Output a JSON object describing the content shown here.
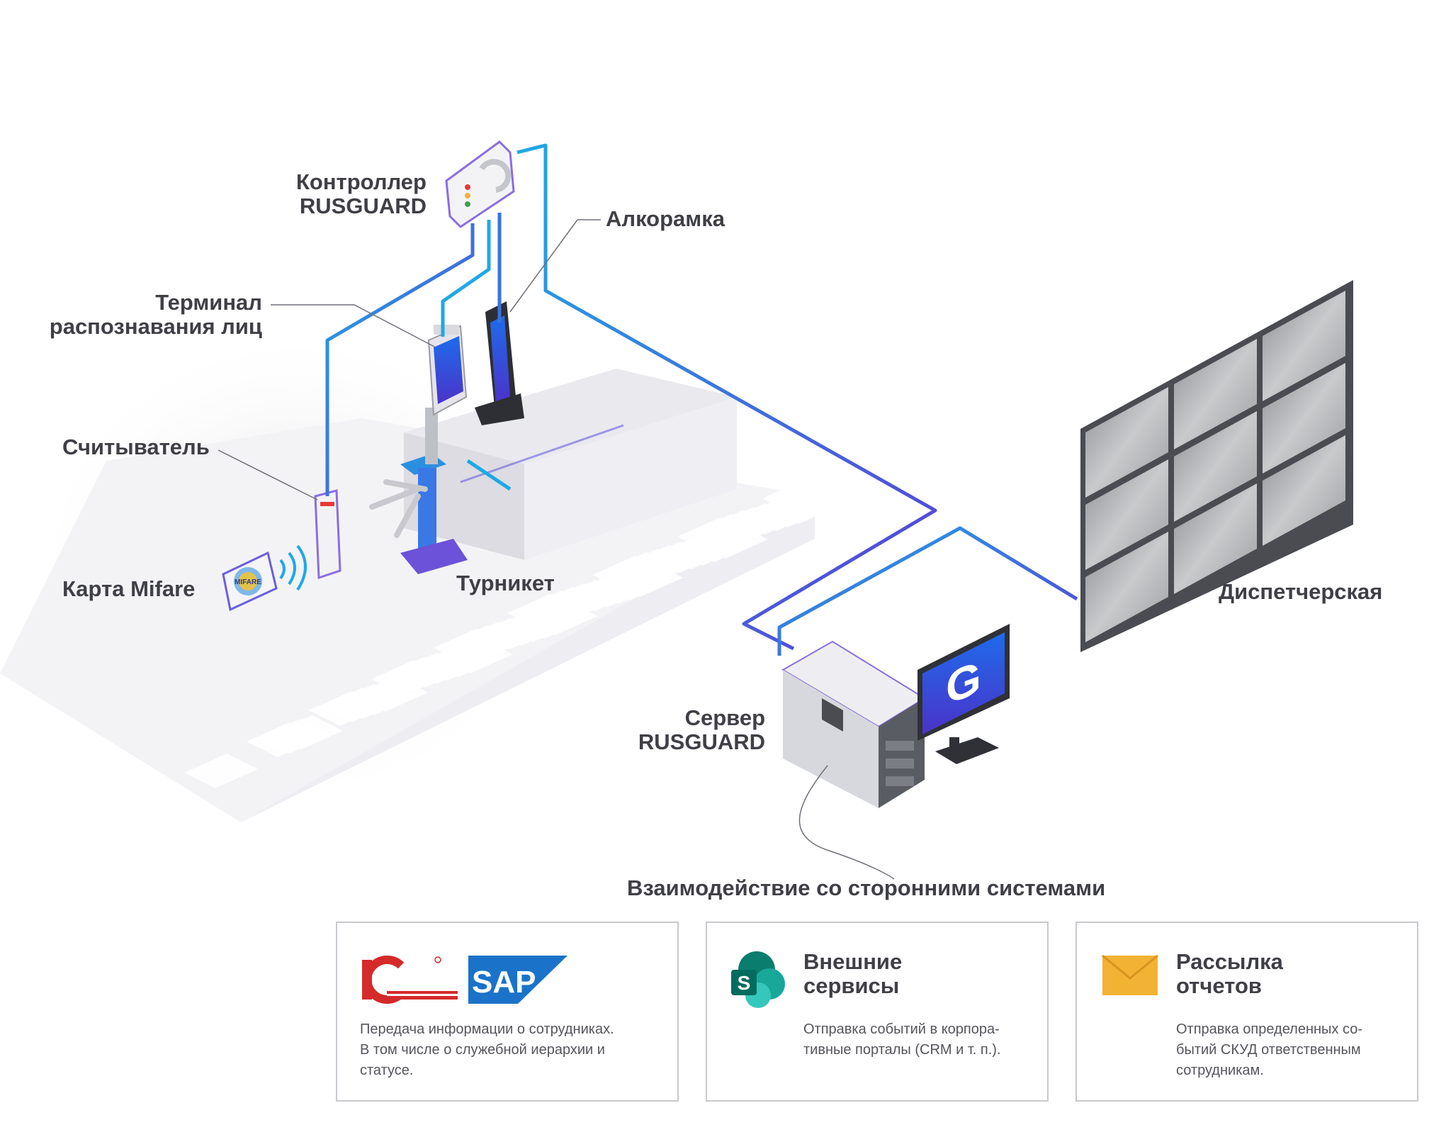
{
  "labels": {
    "controller": [
      "Контроллер",
      "RUSGUARD"
    ],
    "alcoframe": "Алкорамка",
    "face_terminal": [
      "Терминал",
      "распознавания лиц"
    ],
    "reader": "Считыватель",
    "card": "Карта Mifare",
    "turnstile": "Турникет",
    "dispatch": "Диспетчерская",
    "server": [
      "Сервер",
      "RUSGUARD"
    ],
    "integration": "Взаимодействие со сторонними системами"
  },
  "device_text": {
    "card_logo": "MIFARE",
    "monitor_logo": "G"
  },
  "cards": [
    {
      "logos": [
        "1C",
        "SAP"
      ],
      "title": [],
      "text": "Передача информации о сотрудниках.\nВ том числе о  служебной иерархии и\nстатусе."
    },
    {
      "logos": [
        "S"
      ],
      "title": [
        "Внешние",
        "сервисы"
      ],
      "text": "Отправка событий в корпора-\nтивные порталы (CRM и т. п.)."
    },
    {
      "logos": [
        "envelope-icon"
      ],
      "title": [
        "Рассылка",
        "отчетов"
      ],
      "text": "Отправка определенных со-\nбытий СКУД ответственным\nсотрудникам."
    }
  ],
  "colors": {
    "cable_cyan": "#1fa8e6",
    "cable_violet": "#5a3fd6",
    "logo_1c": "#d42a2a",
    "logo_sap": "#1a73c9",
    "sharepoint": "#0b7d6e",
    "envelope": "#f2b233"
  }
}
